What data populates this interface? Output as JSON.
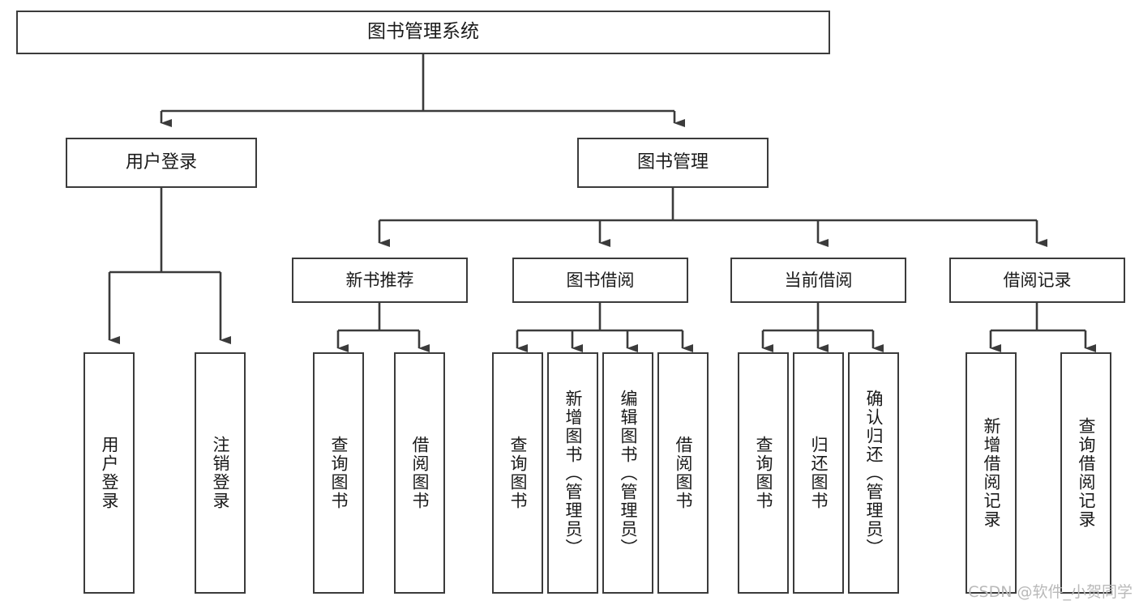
{
  "diagram": {
    "title": "图书管理系统",
    "type": "tree",
    "stroke_color": "#3b3b3b",
    "fill_color": "#ffffff",
    "text_color": "#1a1a1a",
    "root": {
      "label": "图书管理系统"
    },
    "level2": [
      {
        "label": "用户登录"
      },
      {
        "label": "图书管理"
      }
    ],
    "level3": [
      {
        "label": "新书推荐"
      },
      {
        "label": "图书借阅"
      },
      {
        "label": "当前借阅"
      },
      {
        "label": "借阅记录"
      }
    ],
    "leaves": {
      "user_login": [
        {
          "label": "用户登录"
        },
        {
          "label": "注销登录"
        }
      ],
      "new_book_recommend": [
        {
          "label": "查询图书"
        },
        {
          "label": "借阅图书"
        }
      ],
      "book_borrow": [
        {
          "label": "查询图书"
        },
        {
          "label": "新增图书（管理员）"
        },
        {
          "label": "编辑图书（管理员）"
        },
        {
          "label": "借阅图书"
        }
      ],
      "current_borrow": [
        {
          "label": "查询图书"
        },
        {
          "label": "归还图书"
        },
        {
          "label": "确认归还（管理员）"
        }
      ],
      "borrow_record": [
        {
          "label": "新增借阅记录"
        },
        {
          "label": "查询借阅记录"
        }
      ]
    }
  },
  "watermark": {
    "text": "CSDN @软件_小贺同学"
  }
}
